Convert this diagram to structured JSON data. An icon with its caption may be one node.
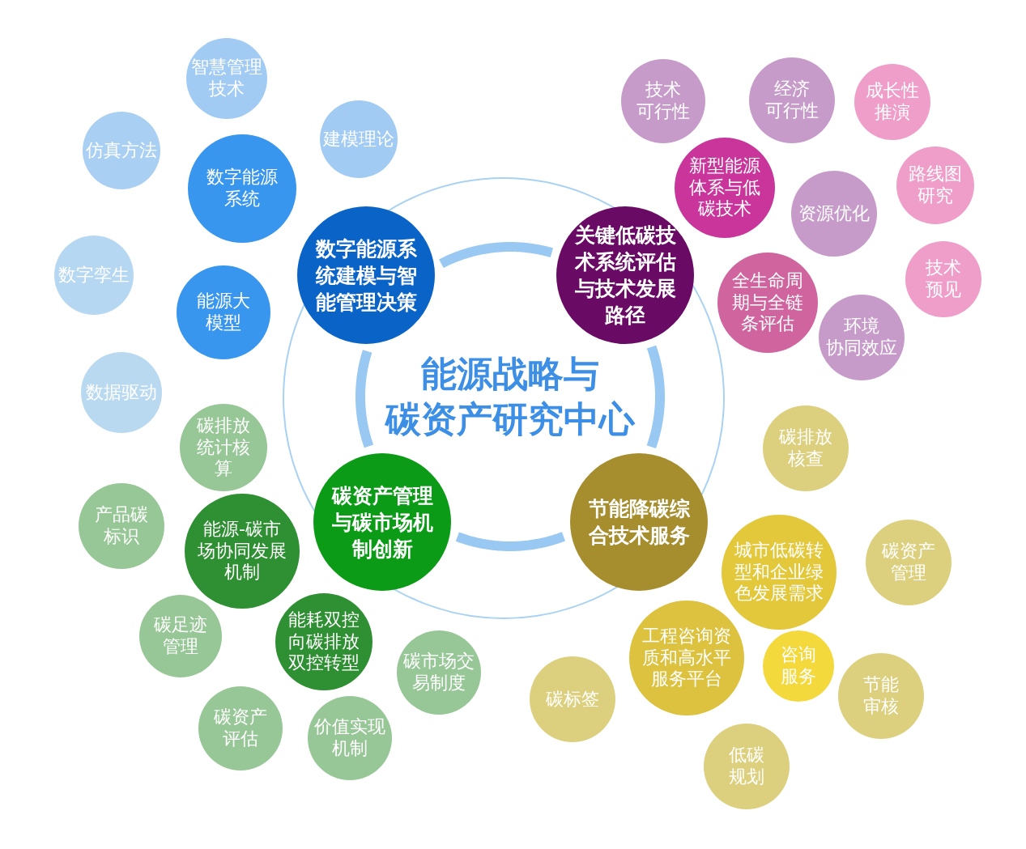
{
  "diagram": {
    "nodes": [
      {
        "text": [
          "能源战略与碳资产研究中心"
        ]
      },
      {
        "text": [
          "数字能源系统建模与智能管理决策"
        ]
      },
      {
        "text": [
          "关键低碳技术系统评估与技术发展路径"
        ]
      },
      {
        "text": [
          "碳资产管理与碳市场机制创新"
        ]
      },
      {
        "text": [
          "节能降碳综合技术服务"
        ]
      },
      {
        "text": [
          "智慧管理技术"
        ]
      },
      {
        "text": [
          "建模理论"
        ]
      },
      {
        "text": [
          "仿真方法"
        ]
      },
      {
        "text": [
          "数字能源系统"
        ]
      },
      {
        "text": [
          "数字孪生"
        ]
      },
      {
        "text": [
          "能源大模型"
        ]
      },
      {
        "text": [
          "数据驱动"
        ]
      },
      {
        "text": [
          "技术可行性"
        ]
      },
      {
        "text": [
          "经济可行性"
        ]
      },
      {
        "text": [
          "成长性推演"
        ]
      },
      {
        "text": [
          "新型能源体系与低碳技术"
        ]
      },
      {
        "text": [
          "路线图研究"
        ]
      },
      {
        "text": [
          "资源优化"
        ]
      },
      {
        "text": [
          "全生命周期与全链条评估"
        ]
      },
      {
        "text": [
          "技术预见"
        ]
      },
      {
        "text": [
          "环境协同效应"
        ]
      },
      {
        "text": [
          "碳排放统计核算"
        ]
      },
      {
        "text": [
          "产品碳标识"
        ]
      },
      {
        "text": [
          "能源-碳市场协同发展机制"
        ]
      },
      {
        "text": [
          "碳足迹管理"
        ]
      },
      {
        "text": [
          "能耗双控向碳排放双控转型"
        ]
      },
      {
        "text": [
          "碳市场交易制度"
        ]
      },
      {
        "text": [
          "碳资产评估"
        ]
      },
      {
        "text": [
          "价值实现机制"
        ]
      },
      {
        "text": [
          "碳排放核查"
        ]
      },
      {
        "text": [
          "城市低碳转型和企业绿色发展需求"
        ]
      },
      {
        "text": [
          "碳资产管理"
        ]
      },
      {
        "text": [
          "工程咨询资质和高水平服务平台"
        ]
      },
      {
        "text": [
          "咨询服务"
        ]
      },
      {
        "text": [
          "碳标签"
        ]
      },
      {
        "text": [
          "节能审核"
        ]
      },
      {
        "text": [
          "低碳规划"
        ]
      }
    ]
  }
}
